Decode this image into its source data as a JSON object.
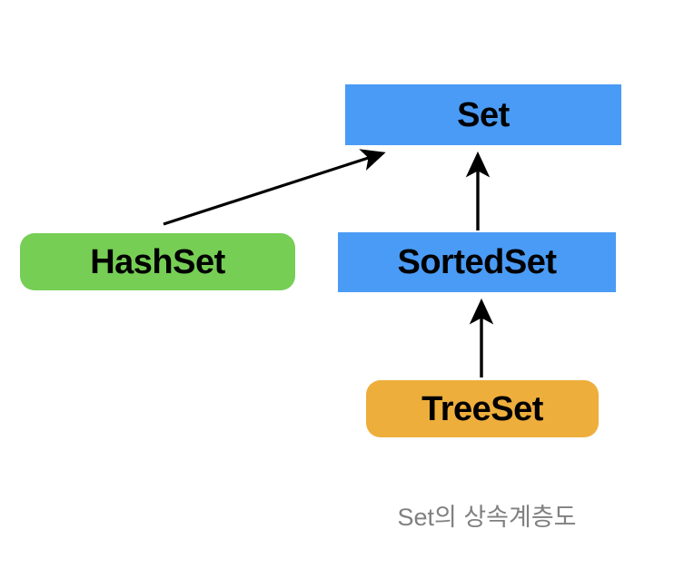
{
  "diagram": {
    "caption": "Set의 상속계층도",
    "background_color": "#ffffff",
    "caption_color": "#808080",
    "nodes": [
      {
        "id": "set",
        "label": "Set",
        "shape": "rectangle",
        "fill": "#4a9bf5",
        "text_color": "#000000"
      },
      {
        "id": "sortedset",
        "label": "SortedSet",
        "shape": "rectangle",
        "fill": "#4a9bf5",
        "text_color": "#000000"
      },
      {
        "id": "hashset",
        "label": "HashSet",
        "shape": "rounded-rectangle",
        "fill": "#76ce55",
        "text_color": "#000000"
      },
      {
        "id": "treeset",
        "label": "TreeSet",
        "shape": "rounded-rectangle",
        "fill": "#eeae3c",
        "text_color": "#000000"
      }
    ],
    "edges": [
      {
        "id": "hashset-to-set",
        "from": "hashset",
        "to": "set",
        "style": "solid-arrow",
        "color": "#000000"
      },
      {
        "id": "sortedset-to-set",
        "from": "sortedset",
        "to": "set",
        "style": "solid-arrow",
        "color": "#000000"
      },
      {
        "id": "treeset-to-sortedset",
        "from": "treeset",
        "to": "sortedset",
        "style": "solid-arrow",
        "color": "#000000"
      }
    ]
  }
}
